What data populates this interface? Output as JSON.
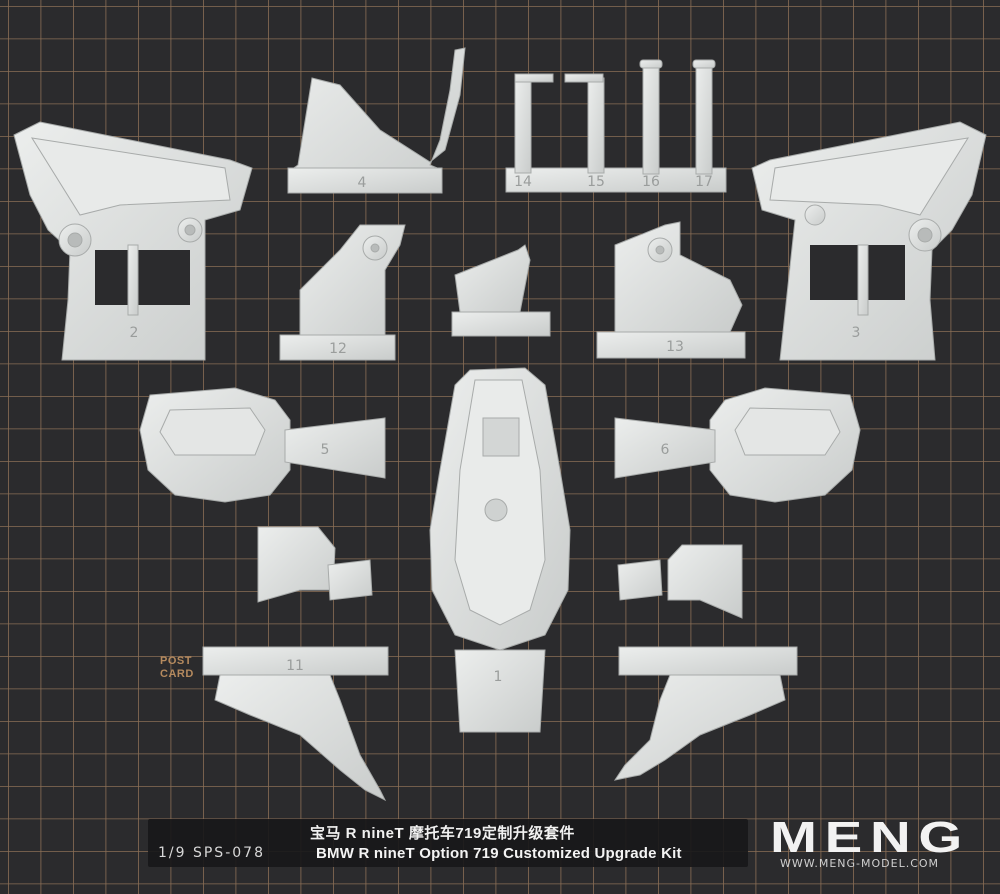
{
  "photo": {
    "description_tags": [
      "cutting-mat-grid",
      "resin-parts",
      "motorcycle-kit"
    ],
    "mat_marking": {
      "line1": "POST",
      "line2": "CARD"
    }
  },
  "part_numbers": {
    "p1": "1",
    "p2": "2",
    "p3": "3",
    "p4": "4",
    "p5": "5",
    "p6": "6",
    "p11": "11",
    "p12": "12",
    "p13": "13",
    "p14": "14",
    "p15": "15",
    "p16": "16",
    "p17": "17"
  },
  "caption": {
    "title_cn": "宝马 R nineT 摩托车719定制升级套件",
    "scale_code": "1/9 SPS-078",
    "title_en": "BMW R nineT Option 719 Customized Upgrade Kit"
  },
  "brand": {
    "logo_text": "MENG",
    "website": "WWW.MENG-MODEL.COM"
  },
  "colors": {
    "mat": "#2b2b2d",
    "grid": "#9a7a5e",
    "resin": "#dcdedd",
    "resin_shadow": "#b9bcbb"
  }
}
